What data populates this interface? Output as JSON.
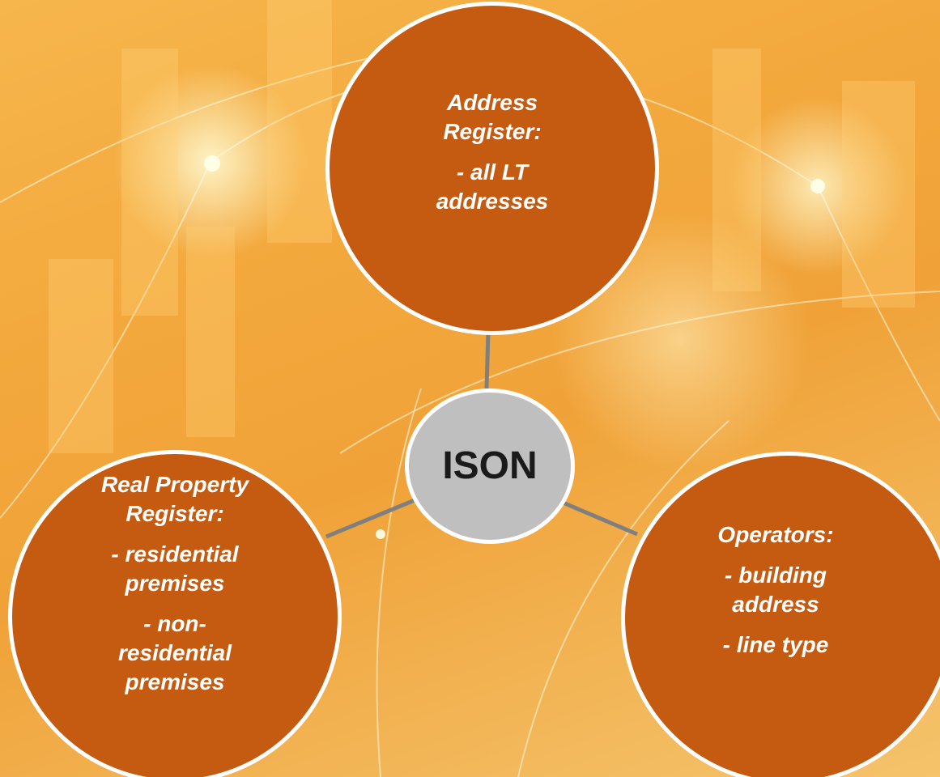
{
  "diagram": {
    "hub": {
      "label": "ISON"
    },
    "nodes": {
      "address_register": {
        "title_line1": "Address",
        "title_line2": "Register:",
        "item1_line1": "- all LT",
        "item1_line2": "addresses"
      },
      "real_property_register": {
        "title_line1": "Real Property",
        "title_line2": "Register:",
        "item1_line1": "- residential",
        "item1_line2": "premises",
        "item2_line1": "- non-",
        "item2_line2": "residential",
        "item2_line3": "premises"
      },
      "operators": {
        "title": "Operators:",
        "item1_line1": "- building",
        "item1_line2": "address",
        "item2": "- line type"
      }
    },
    "colors": {
      "node_fill": "#c55a11",
      "hub_fill": "#bfbfbf",
      "border": "#ffffff",
      "connector": "#7f7f7f",
      "background": "#f0a238"
    }
  }
}
